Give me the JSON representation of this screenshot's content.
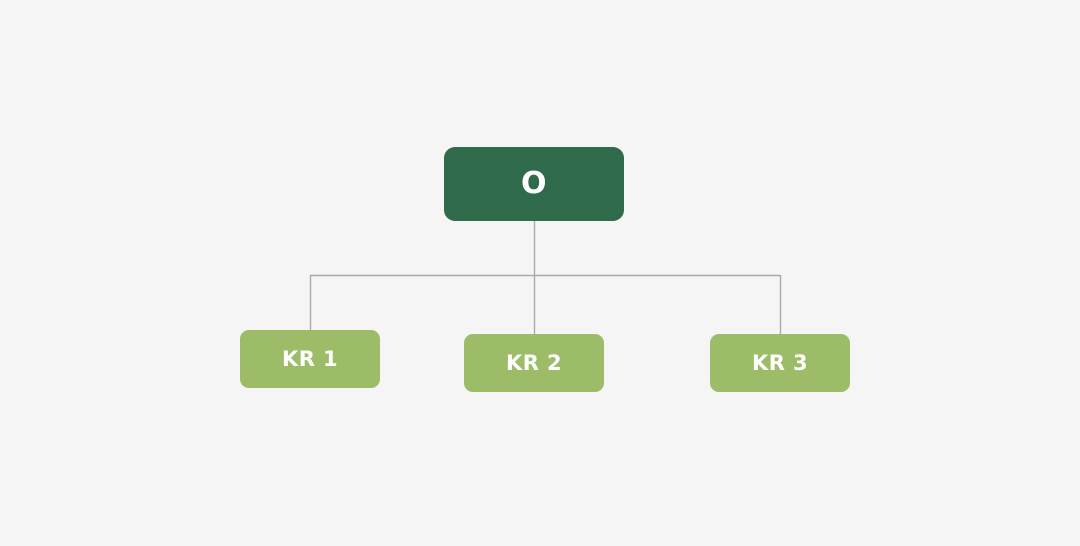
{
  "diagram": {
    "type": "okr-tree",
    "background_color": "#f5f5f5",
    "connector_color": "#aaaaaa",
    "root": {
      "id": "objective",
      "label": "O",
      "color": "#2f6b4a",
      "text_color": "#ffffff"
    },
    "children": [
      {
        "id": "kr-1",
        "label": "KR 1",
        "color": "#9cbc68",
        "text_color": "#ffffff"
      },
      {
        "id": "kr-2",
        "label": "KR 2",
        "color": "#9cbc68",
        "text_color": "#ffffff"
      },
      {
        "id": "kr-3",
        "label": "KR 3",
        "color": "#9cbc68",
        "text_color": "#ffffff"
      }
    ]
  }
}
